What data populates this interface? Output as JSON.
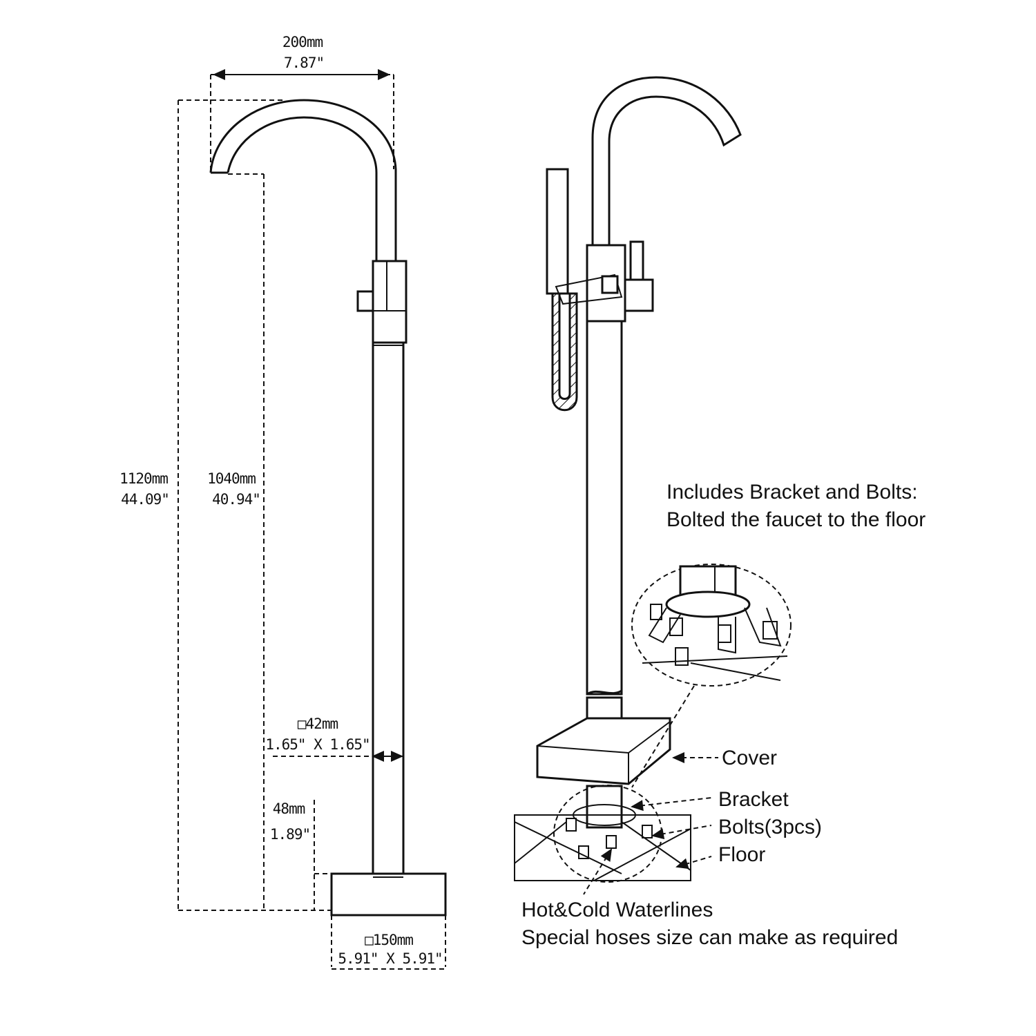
{
  "dimensions": {
    "spout_reach": {
      "metric": "200mm",
      "imperial": "7.87\""
    },
    "overall_height": {
      "metric": "1120mm",
      "imperial": "44.09\""
    },
    "spout_height": {
      "metric": "1040mm",
      "imperial": "40.94\""
    },
    "pipe_size": {
      "metric": "□42mm",
      "imperial": "1.65\" X 1.65\""
    },
    "base_height": {
      "metric": "48mm",
      "imperial": "1.89\""
    },
    "base_size": {
      "metric": "□150mm",
      "imperial": "5.91\" X 5.91\""
    }
  },
  "notes": {
    "bracket_line1": "Includes Bracket and Bolts:",
    "bracket_line2": "Bolted the faucet to the floor",
    "waterlines_line1": "Hot&Cold Waterlines",
    "waterlines_line2": "Special hoses size can make as required"
  },
  "parts": {
    "cover": "Cover",
    "bracket": "Bracket",
    "bolts": "Bolts(3pcs)",
    "floor": "Floor"
  },
  "colors": {
    "ink": "#111111",
    "background": "#ffffff"
  }
}
